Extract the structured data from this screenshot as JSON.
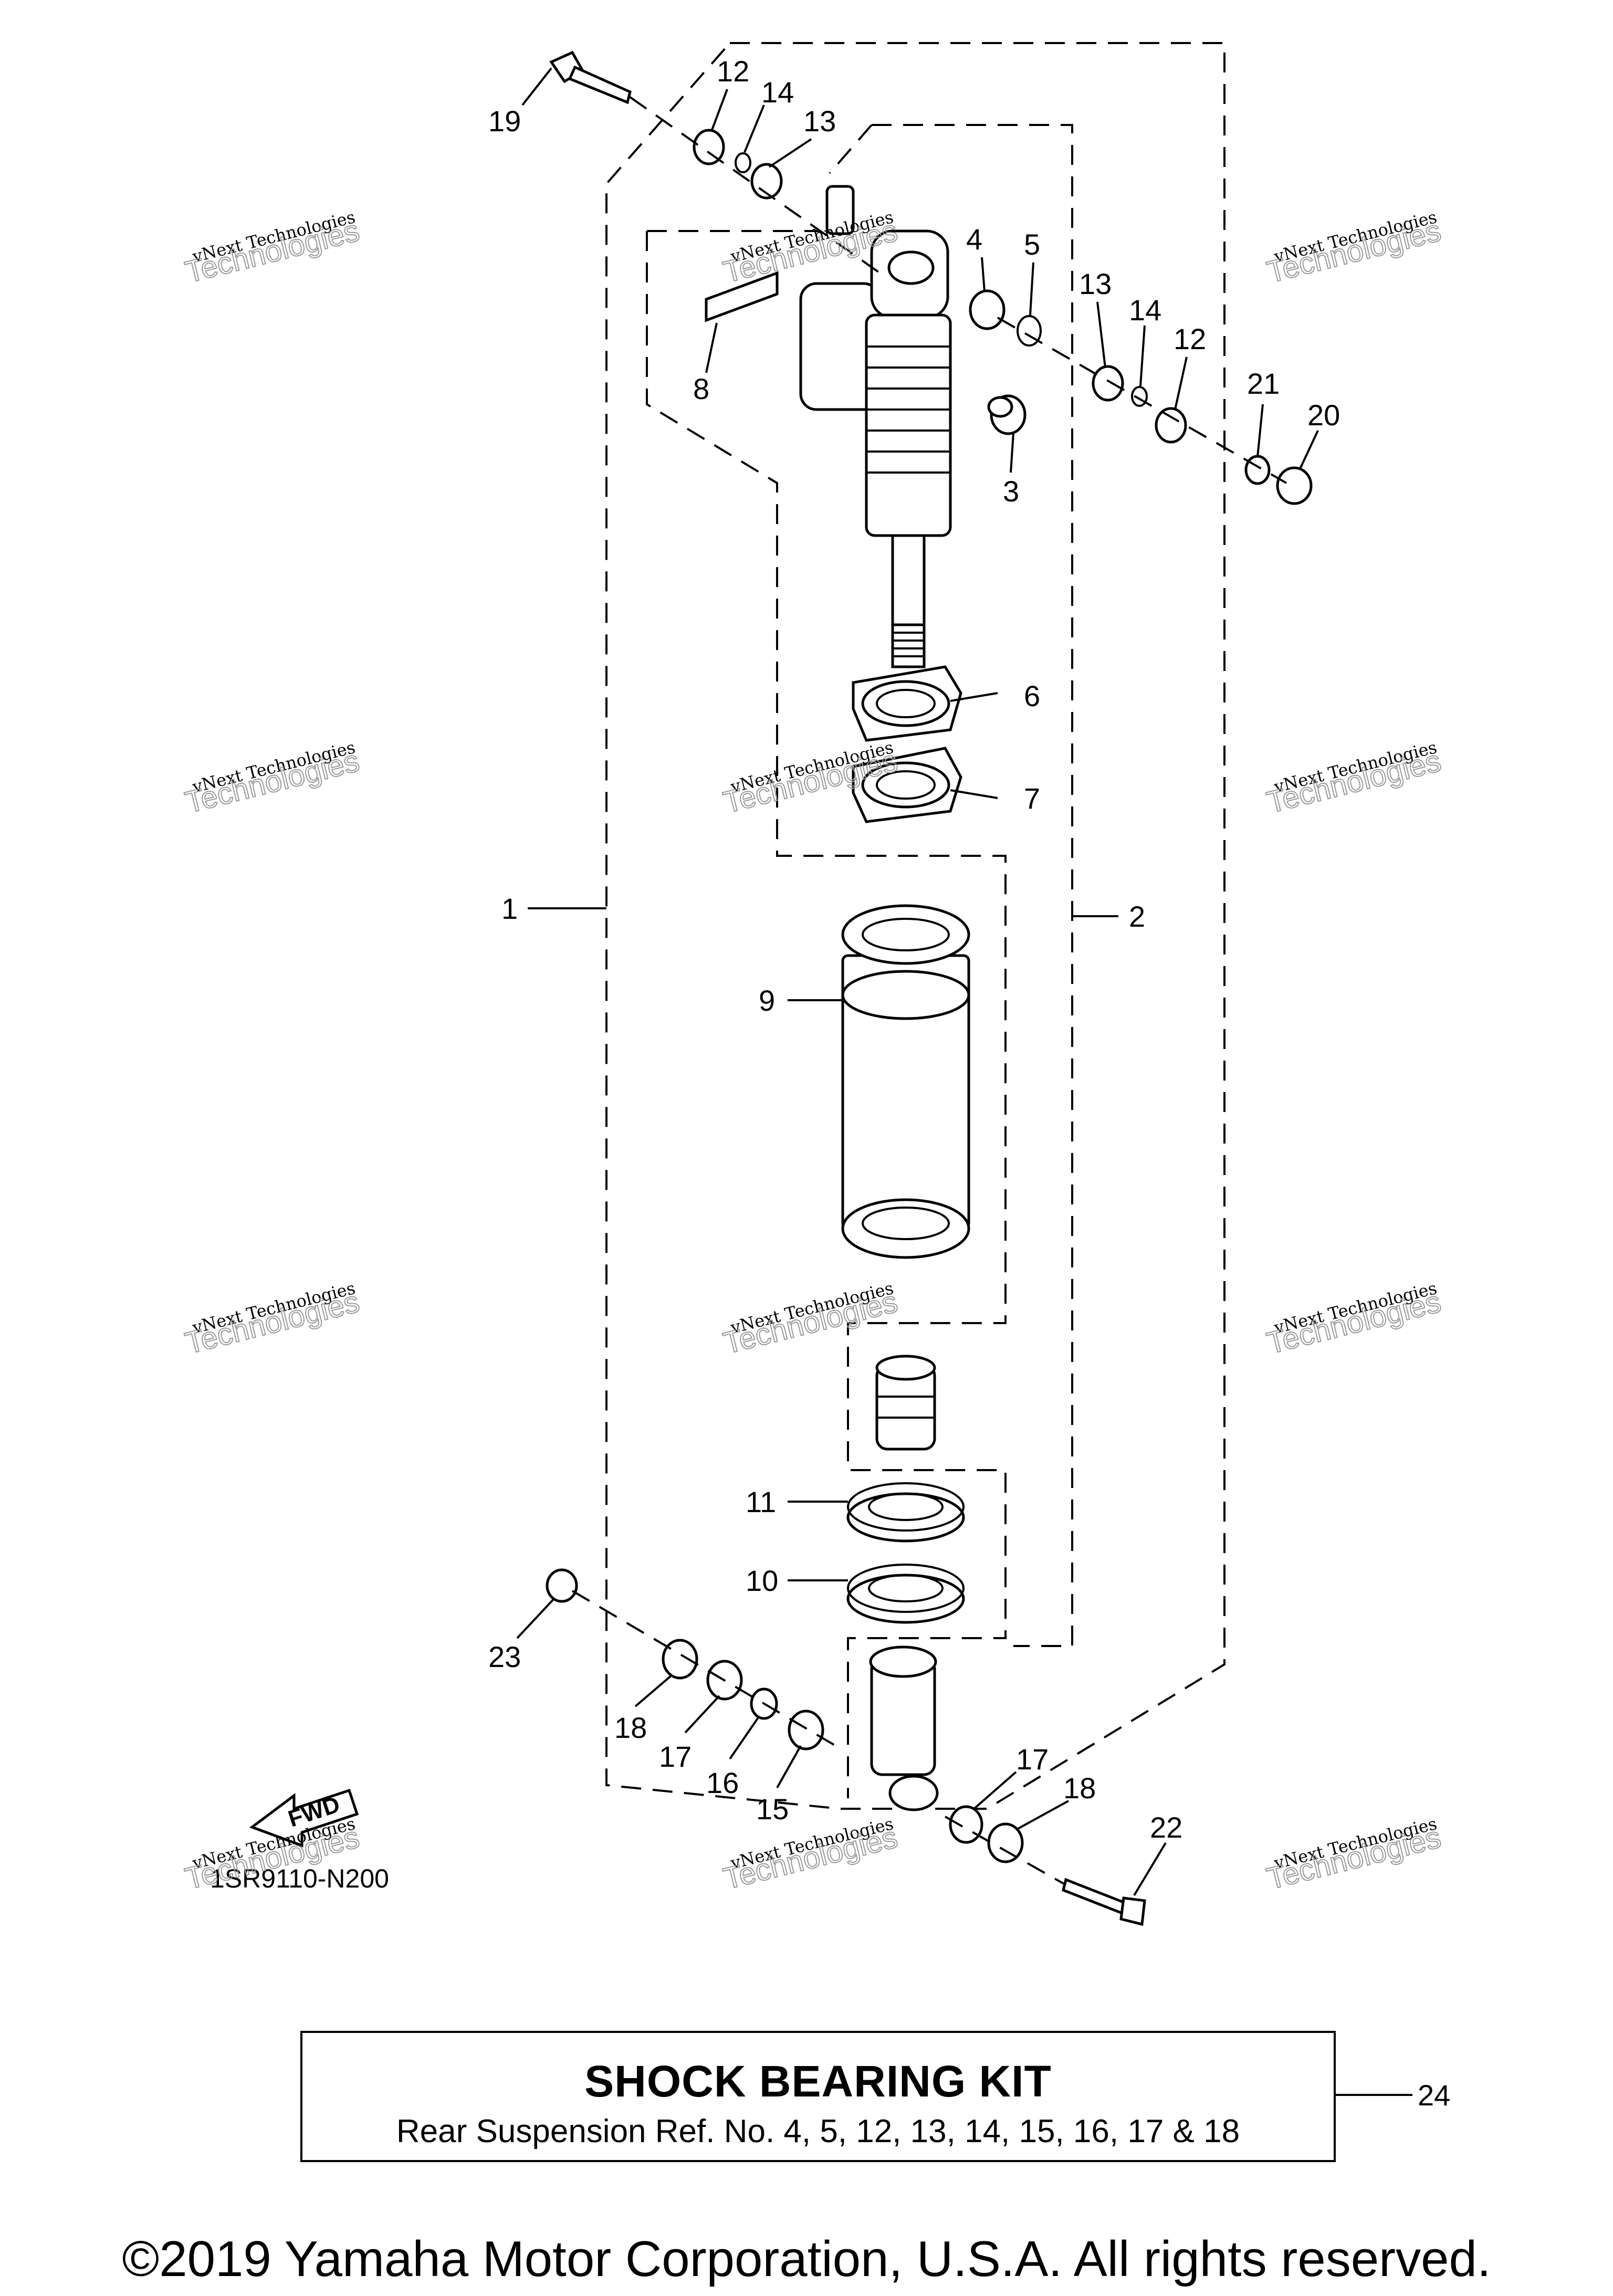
{
  "diagram": {
    "callouts": {
      "c1": "1",
      "c2": "2",
      "c3": "3",
      "c4": "4",
      "c5": "5",
      "c6": "6",
      "c7": "7",
      "c8": "8",
      "c9": "9",
      "c10": "10",
      "c11": "11",
      "c12a": "12",
      "c12b": "12",
      "c13a": "13",
      "c13b": "13",
      "c14a": "14",
      "c14b": "14",
      "c15": "15",
      "c16": "16",
      "c17a": "17",
      "c17b": "17",
      "c18a": "18",
      "c18b": "18",
      "c19": "19",
      "c20": "20",
      "c21": "21",
      "c22": "22",
      "c23": "23",
      "c24": "24"
    },
    "drawing_code": "1SR9110-N200",
    "fwd_label": "FWD",
    "watermark": {
      "line1": "vNext Technologies",
      "line2": "Technologies"
    }
  },
  "kit": {
    "title": "SHOCK BEARING KIT",
    "description": "Rear Suspension Ref. No. 4, 5, 12, 13, 14, 15, 16, 17 & 18"
  },
  "footer": {
    "copyright": "©2019 Yamaha Motor Corporation, U.S.A. All rights reserved."
  }
}
